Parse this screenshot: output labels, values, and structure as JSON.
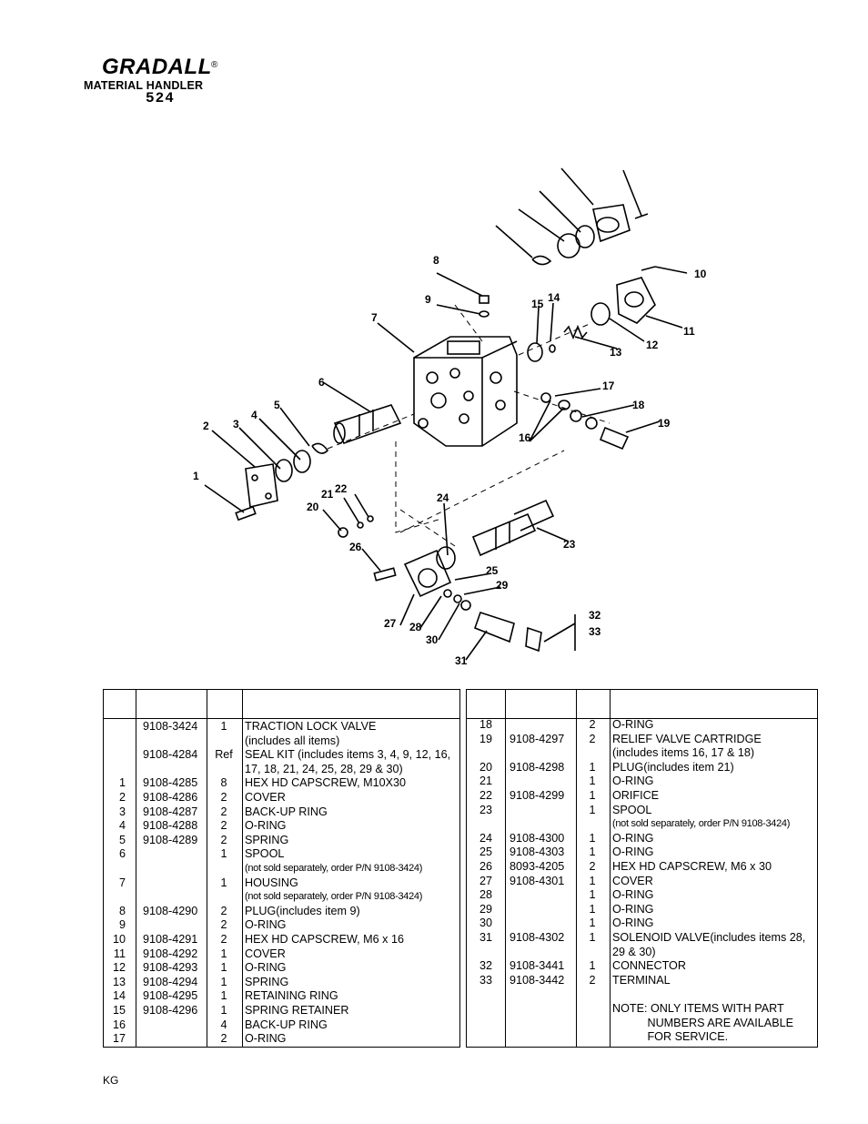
{
  "header": {
    "brand": "GRADALL",
    "registered_mark": "®",
    "subtitle": "MATERIAL HANDLER",
    "model": "524"
  },
  "diagram_labels": [
    "1",
    "2",
    "3",
    "4",
    "5",
    "6",
    "7",
    "8",
    "9",
    "10",
    "11",
    "12",
    "13",
    "14",
    "15",
    "16",
    "17",
    "18",
    "19",
    "20",
    "21",
    "22",
    "23",
    "24",
    "25",
    "26",
    "27",
    "28",
    "29",
    "30",
    "31",
    "32",
    "33"
  ],
  "left_rows": [
    {
      "item": "",
      "part": "9108-3424",
      "qty": "1",
      "desc": "TRACTION LOCK VALVE",
      "small": false
    },
    {
      "item": "",
      "part": "",
      "qty": "",
      "desc": "(includes all items)",
      "small": false
    },
    {
      "item": "",
      "part": "9108-4284",
      "qty": "Ref",
      "desc": "SEAL KIT (includes items 3, 4, 9, 12, 16,",
      "small": false
    },
    {
      "item": "",
      "part": "",
      "qty": "",
      "desc": "17, 18, 21, 24, 25, 28, 29 & 30)",
      "small": false
    },
    {
      "item": "1",
      "part": "9108-4285",
      "qty": "8",
      "desc": "HEX HD CAPSCREW, M10X30",
      "small": false
    },
    {
      "item": "2",
      "part": "9108-4286",
      "qty": "2",
      "desc": "COVER",
      "small": false
    },
    {
      "item": "3",
      "part": "9108-4287",
      "qty": "2",
      "desc": "BACK-UP RING",
      "small": false
    },
    {
      "item": "4",
      "part": "9108-4288",
      "qty": "2",
      "desc": "O-RING",
      "small": false
    },
    {
      "item": "5",
      "part": "9108-4289",
      "qty": "2",
      "desc": "SPRING",
      "small": false
    },
    {
      "item": "6",
      "part": "",
      "qty": "1",
      "desc": "SPOOL",
      "small": false
    },
    {
      "item": "",
      "part": "",
      "qty": "",
      "desc": "(not sold separately, order P/N 9108-3424)",
      "small": true
    },
    {
      "item": "7",
      "part": "",
      "qty": "1",
      "desc": "HOUSING",
      "small": false
    },
    {
      "item": "",
      "part": "",
      "qty": "",
      "desc": "(not sold separately, order P/N 9108-3424)",
      "small": true
    },
    {
      "item": "8",
      "part": "9108-4290",
      "qty": "2",
      "desc": "PLUG(includes item 9)",
      "small": false
    },
    {
      "item": "9",
      "part": "",
      "qty": "2",
      "desc": "O-RING",
      "small": false
    },
    {
      "item": "10",
      "part": "9108-4291",
      "qty": "2",
      "desc": "HEX HD CAPSCREW, M6 x 16",
      "small": false
    },
    {
      "item": "11",
      "part": "9108-4292",
      "qty": "1",
      "desc": "COVER",
      "small": false
    },
    {
      "item": "12",
      "part": "9108-4293",
      "qty": "1",
      "desc": "O-RING",
      "small": false
    },
    {
      "item": "13",
      "part": "9108-4294",
      "qty": "1",
      "desc": "SPRING",
      "small": false
    },
    {
      "item": "14",
      "part": "9108-4295",
      "qty": "1",
      "desc": "RETAINING RING",
      "small": false
    },
    {
      "item": "15",
      "part": "9108-4296",
      "qty": "1",
      "desc": "SPRING RETAINER",
      "small": false
    },
    {
      "item": "16",
      "part": "",
      "qty": "4",
      "desc": "BACK-UP RING",
      "small": false
    },
    {
      "item": "17",
      "part": "",
      "qty": "2",
      "desc": "O-RING",
      "small": false
    }
  ],
  "right_rows": [
    {
      "item": "18",
      "part": "",
      "qty": "2",
      "desc": "O-RING",
      "small": false
    },
    {
      "item": "19",
      "part": "9108-4297",
      "qty": "2",
      "desc": "RELIEF VALVE CARTRIDGE",
      "small": false
    },
    {
      "item": "",
      "part": "",
      "qty": "",
      "desc": "(includes items 16, 17 & 18)",
      "small": false
    },
    {
      "item": "20",
      "part": "9108-4298",
      "qty": "1",
      "desc": "PLUG(includes item 21)",
      "small": false
    },
    {
      "item": "21",
      "part": "",
      "qty": "1",
      "desc": "O-RING",
      "small": false
    },
    {
      "item": "22",
      "part": "9108-4299",
      "qty": "1",
      "desc": "ORIFICE",
      "small": false
    },
    {
      "item": "23",
      "part": "",
      "qty": "1",
      "desc": "SPOOL",
      "small": false
    },
    {
      "item": "",
      "part": "",
      "qty": "",
      "desc": "(not sold separately, order P/N 9108-3424)",
      "small": true
    },
    {
      "item": "24",
      "part": "9108-4300",
      "qty": "1",
      "desc": "O-RING",
      "small": false
    },
    {
      "item": "25",
      "part": "9108-4303",
      "qty": "1",
      "desc": "O-RING",
      "small": false
    },
    {
      "item": "26",
      "part": "8093-4205",
      "qty": "2",
      "desc": "HEX HD CAPSCREW, M6 x 30",
      "small": false
    },
    {
      "item": "27",
      "part": "9108-4301",
      "qty": "1",
      "desc": "COVER",
      "small": false
    },
    {
      "item": "28",
      "part": "",
      "qty": "1",
      "desc": "O-RING",
      "small": false
    },
    {
      "item": "29",
      "part": "",
      "qty": "1",
      "desc": "O-RING",
      "small": false
    },
    {
      "item": "30",
      "part": "",
      "qty": "1",
      "desc": "O-RING",
      "small": false
    },
    {
      "item": "31",
      "part": "9108-4302",
      "qty": "1",
      "desc": "SOLENOID VALVE(includes items 28,",
      "small": false
    },
    {
      "item": "",
      "part": "",
      "qty": "",
      "desc": "29 & 30)",
      "small": false
    },
    {
      "item": "32",
      "part": "9108-3441",
      "qty": "1",
      "desc": "CONNECTOR",
      "small": false
    },
    {
      "item": "33",
      "part": "9108-3442",
      "qty": "2",
      "desc": "TERMINAL",
      "small": false
    },
    {
      "item": "",
      "part": "",
      "qty": "",
      "desc": "",
      "small": false
    },
    {
      "item": "",
      "part": "",
      "qty": "",
      "desc": "NOTE: ONLY ITEMS WITH PART",
      "small": false
    },
    {
      "item": "",
      "part": "",
      "qty": "",
      "desc": "           NUMBERS ARE AVAILABLE",
      "small": false
    },
    {
      "item": "",
      "part": "",
      "qty": "",
      "desc": "           FOR SERVICE.",
      "small": false
    }
  ],
  "footer": "KG"
}
